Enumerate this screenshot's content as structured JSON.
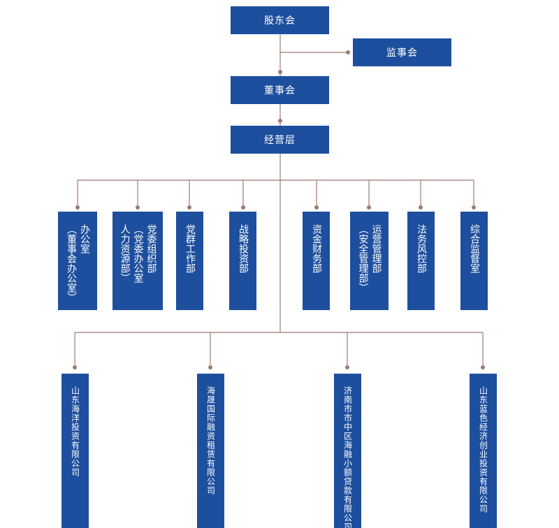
{
  "top": {
    "shareholders": "股东会",
    "supervisors": "监事会",
    "board": "董事会",
    "management": "经营层"
  },
  "departments": [
    {
      "lines": [
        "办公室",
        "（董事会办公室）"
      ]
    },
    {
      "lines": [
        "党委组织部",
        "（党委办公室",
        "人力资源部）"
      ]
    },
    {
      "lines": [
        "党群工作部"
      ]
    },
    {
      "lines": [
        "战略投资部"
      ]
    },
    {
      "lines": [
        "资金财务部"
      ]
    },
    {
      "lines": [
        "运营管理部",
        "（安全管理部）"
      ]
    },
    {
      "lines": [
        "法务风控部"
      ]
    },
    {
      "lines": [
        "综合监督室"
      ]
    }
  ],
  "subsidiaries": [
    {
      "lines": [
        "山东海洋投资有限公司"
      ]
    },
    {
      "lines": [
        "海晟国际融资租赁有限公司"
      ]
    },
    {
      "lines": [
        "济南市市中区海融小额贷款有限公司"
      ]
    },
    {
      "lines": [
        "山东蓝色经济创业投资有限公司"
      ]
    }
  ],
  "colors": {
    "box": "#1d4f9e",
    "text": "#ffffff",
    "connector": "#9b7b70"
  }
}
